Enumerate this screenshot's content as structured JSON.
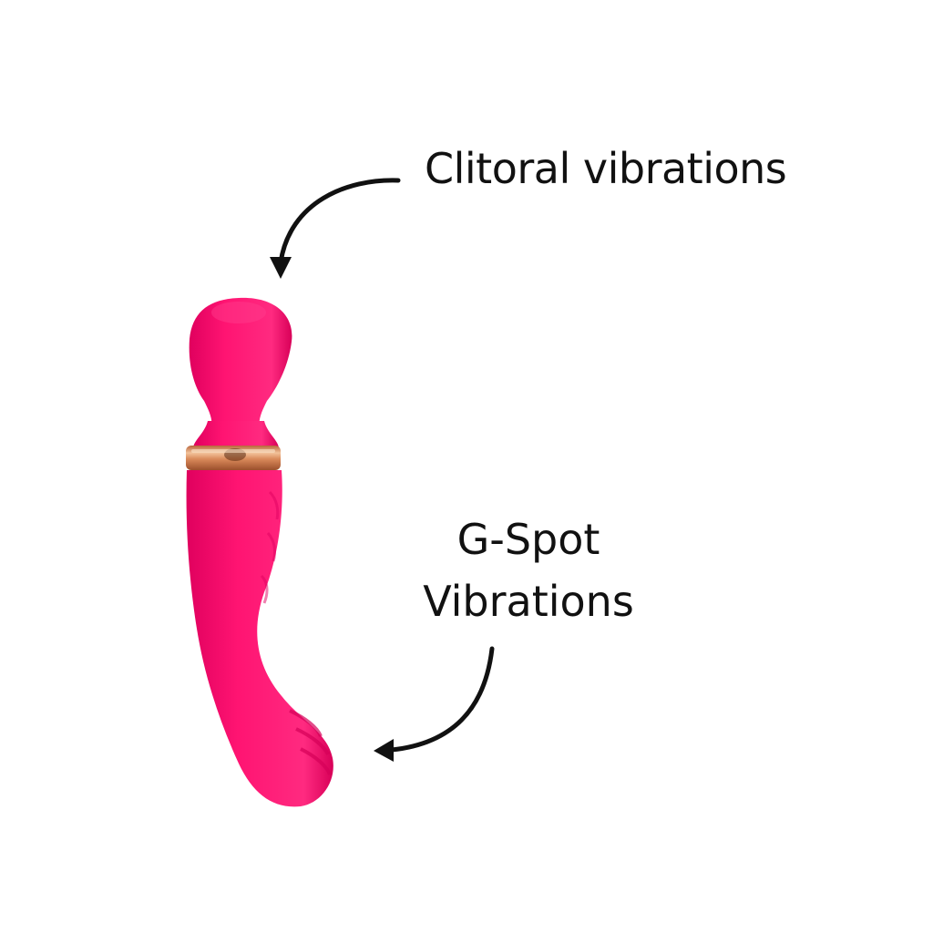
{
  "annotations": {
    "clitoral": {
      "text": "Clitoral vibrations"
    },
    "gspot": {
      "line1": "G-Spot",
      "line2": "Vibrations"
    }
  },
  "product": {
    "body_color": "#ff1472",
    "band_color": "#d98a5a",
    "band_highlight": "#f5c9a2"
  },
  "arrows": {
    "color": "#111111",
    "icons": [
      "curved-arrow-down-icon",
      "curved-arrow-left-icon"
    ]
  }
}
